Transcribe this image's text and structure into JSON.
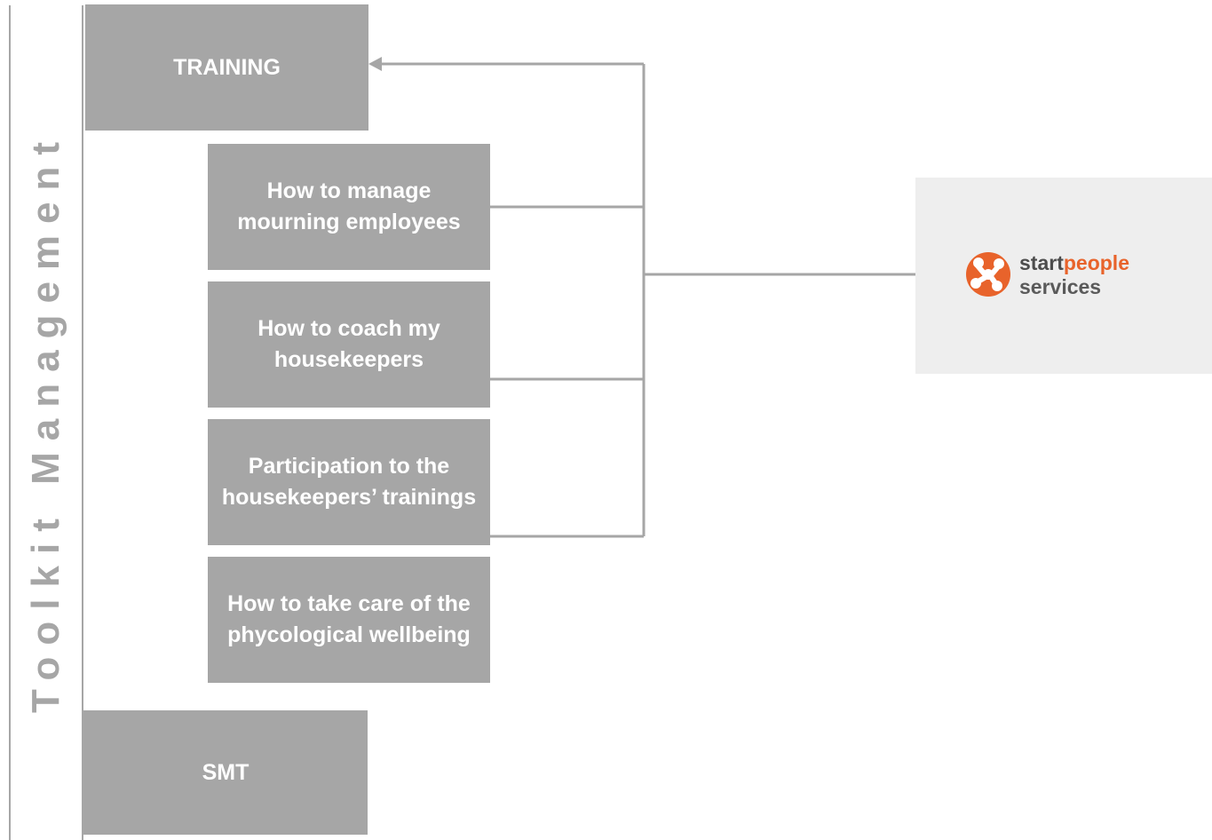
{
  "sidebar": {
    "title": "Toolkit Management"
  },
  "training": {
    "label": "TRAINING"
  },
  "items": [
    {
      "label": "How to manage mourning employees"
    },
    {
      "label": "How to coach my housekeepers"
    },
    {
      "label": "Participation to the housekeepers’ trainings"
    },
    {
      "label": "How to take care of the phycological wellbeing"
    }
  ],
  "smt": {
    "label": "SMT"
  },
  "logo": {
    "word_start": "start",
    "word_people": "people",
    "word_services": "services",
    "icon": "startpeople-asterisk-logo-icon",
    "accent_color": "#e8632b"
  },
  "colors": {
    "box": "#a6a6a6",
    "box_text": "#ffffff",
    "logo_card": "#eeeeee"
  }
}
